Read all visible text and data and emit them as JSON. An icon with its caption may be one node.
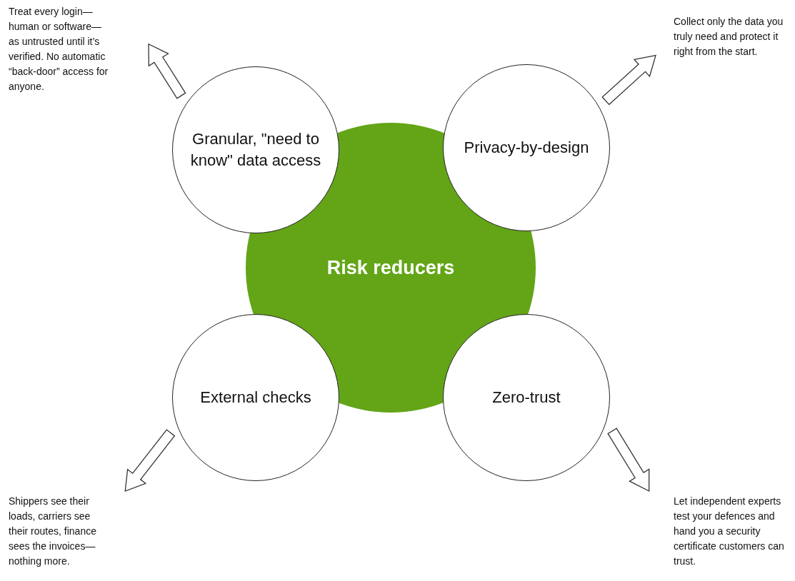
{
  "diagram": {
    "nodes": [
      {
        "text": [
          "Risk reducers"
        ]
      },
      {
        "text": [
          "Granular, \"need to know\" data access"
        ]
      },
      {
        "text": [
          "Privacy-by-design"
        ]
      },
      {
        "text": [
          "External checks"
        ]
      },
      {
        "text": [
          "Zero-trust"
        ]
      },
      {
        "text": [
          "Treat every login—human or software—as untrusted until it’s verified. No automatic “back-door” access for anyone."
        ]
      },
      {
        "text": [
          "Collect only the data you truly need and protect it right from the start."
        ]
      },
      {
        "text": [
          "Shippers see their loads, carriers see their routes, finance sees the invoices—nothing more."
        ]
      },
      {
        "text": [
          "Let independent experts test your defences and hand you a security certificate customers can trust."
        ]
      }
    ],
    "edges": [
      {
        "from": 1,
        "to": 5,
        "arrow": "to"
      },
      {
        "from": 2,
        "to": 6,
        "arrow": "to"
      },
      {
        "from": 3,
        "to": 7,
        "arrow": "to"
      },
      {
        "from": 4,
        "to": 8,
        "arrow": "to"
      }
    ]
  }
}
